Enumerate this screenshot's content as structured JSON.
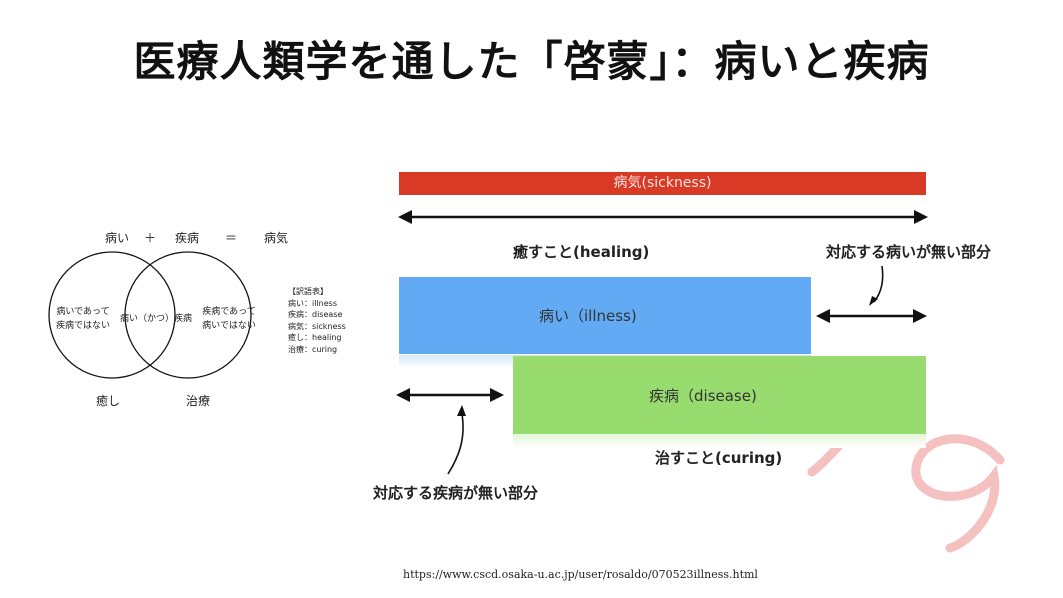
{
  "title": "医療人類学を通した「啓蒙」：病いと疾病",
  "venn": {
    "eq_illness": "病い",
    "eq_plus": "＋",
    "eq_disease": "疾病",
    "eq_equals": "＝",
    "eq_sickness": "病気",
    "left_line1": "病いであって",
    "left_line2": "疾病ではない",
    "center": "病い（かつ）疾病",
    "right_line1": "疾病であって",
    "right_line2": "病いではない",
    "healing": "癒し",
    "curing": "治療"
  },
  "glossary": {
    "heading": "【訳語表】",
    "lines": [
      "病い：illness",
      "疾病：disease",
      "病気：sickness",
      "癒し：healing",
      "治療：curing"
    ]
  },
  "bars": {
    "sickness": "病気(sickness)",
    "healing": "癒すこと(healing)",
    "illness": "病い（illness)",
    "disease": "疾病（disease)",
    "curing": "治すこと(curing)",
    "no_illness": "対応する病いが無い部分",
    "no_disease": "対応する疾病が無い部分"
  },
  "colors": {
    "sickness": "#d93a26",
    "illness": "#63aaf5",
    "disease": "#98db6e",
    "watermark": "#f2b5b5"
  },
  "page_number": "79",
  "source_url": "https://www.cscd.osaka-u.ac.jp/user/rosaldo/070523illness.html"
}
